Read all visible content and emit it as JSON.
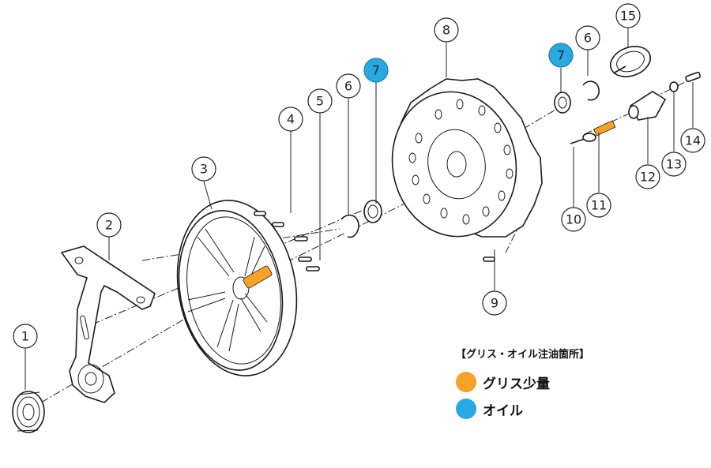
{
  "callouts": [
    {
      "id": "c1",
      "label": "1",
      "kind": "normal"
    },
    {
      "id": "c2",
      "label": "2",
      "kind": "normal"
    },
    {
      "id": "c3",
      "label": "3",
      "kind": "normal"
    },
    {
      "id": "c4",
      "label": "4",
      "kind": "normal"
    },
    {
      "id": "c5",
      "label": "5",
      "kind": "normal"
    },
    {
      "id": "c6a",
      "label": "6",
      "kind": "normal"
    },
    {
      "id": "c7a",
      "label": "7",
      "kind": "oil"
    },
    {
      "id": "c8",
      "label": "8",
      "kind": "normal"
    },
    {
      "id": "c9",
      "label": "9",
      "kind": "normal"
    },
    {
      "id": "c10",
      "label": "10",
      "kind": "normal"
    },
    {
      "id": "c11",
      "label": "11",
      "kind": "normal"
    },
    {
      "id": "c12",
      "label": "12",
      "kind": "normal"
    },
    {
      "id": "c13",
      "label": "13",
      "kind": "normal"
    },
    {
      "id": "c14",
      "label": "14",
      "kind": "normal"
    },
    {
      "id": "c7b",
      "label": "7",
      "kind": "oil"
    },
    {
      "id": "c6b",
      "label": "6",
      "kind": "normal"
    },
    {
      "id": "c15",
      "label": "15",
      "kind": "normal"
    }
  ],
  "legend": {
    "title": "【グリス・オイル注油箇所】",
    "items": [
      {
        "label": "グリス少量",
        "color": "#f7a128"
      },
      {
        "label": "オイル",
        "color": "#29a9e1"
      }
    ]
  },
  "colors": {
    "grease": "#f7a128",
    "oil": "#29a9e1",
    "line": "#1a1a1a"
  }
}
